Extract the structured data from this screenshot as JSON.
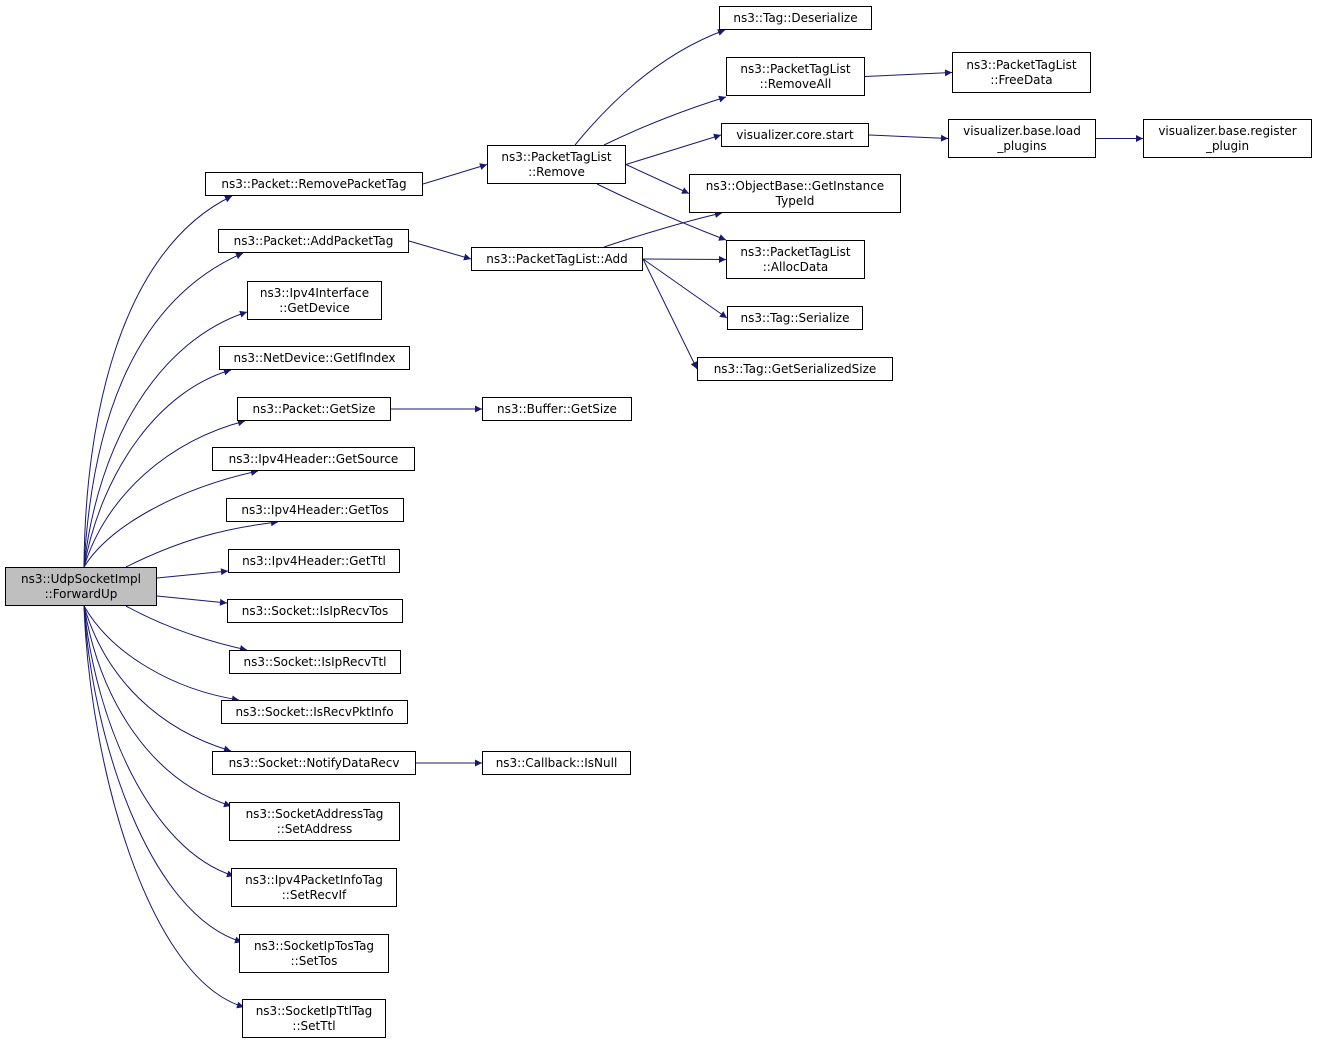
{
  "colors": {
    "edge": "#191970",
    "border": "#000000",
    "root_fill": "#bfbfbf",
    "node_fill": "#ffffff",
    "text": "#000000"
  },
  "nodes": [
    {
      "id": "root",
      "label": "ns3::UdpSocketImpl\n::ForwardUp",
      "root": true
    },
    {
      "id": "removePacketTag",
      "label": "ns3::Packet::RemovePacketTag"
    },
    {
      "id": "addPacketTag",
      "label": "ns3::Packet::AddPacketTag"
    },
    {
      "id": "ipv4IfGetDevice",
      "label": "ns3::Ipv4Interface\n::GetDevice"
    },
    {
      "id": "getIfIndex",
      "label": "ns3::NetDevice::GetIfIndex"
    },
    {
      "id": "packetGetSize",
      "label": "ns3::Packet::GetSize"
    },
    {
      "id": "getSource",
      "label": "ns3::Ipv4Header::GetSource"
    },
    {
      "id": "getTos",
      "label": "ns3::Ipv4Header::GetTos"
    },
    {
      "id": "getTtl",
      "label": "ns3::Ipv4Header::GetTtl"
    },
    {
      "id": "isIpRecvTos",
      "label": "ns3::Socket::IsIpRecvTos"
    },
    {
      "id": "isIpRecvTtl",
      "label": "ns3::Socket::IsIpRecvTtl"
    },
    {
      "id": "isRecvPktInfo",
      "label": "ns3::Socket::IsRecvPktInfo"
    },
    {
      "id": "notifyDataRecv",
      "label": "ns3::Socket::NotifyDataRecv"
    },
    {
      "id": "setAddress",
      "label": "ns3::SocketAddressTag\n::SetAddress"
    },
    {
      "id": "setRecvIf",
      "label": "ns3::Ipv4PacketInfoTag\n::SetRecvIf"
    },
    {
      "id": "setTos",
      "label": "ns3::SocketIpTosTag\n::SetTos"
    },
    {
      "id": "setTtl",
      "label": "ns3::SocketIpTtlTag\n::SetTtl"
    },
    {
      "id": "ptlRemove",
      "label": "ns3::PacketTagList\n::Remove"
    },
    {
      "id": "ptlAdd",
      "label": "ns3::PacketTagList::Add"
    },
    {
      "id": "bufferGetSize",
      "label": "ns3::Buffer::GetSize"
    },
    {
      "id": "callbackIsNull",
      "label": "ns3::Callback::IsNull"
    },
    {
      "id": "tagDeserialize",
      "label": "ns3::Tag::Deserialize"
    },
    {
      "id": "ptlRemoveAll",
      "label": "ns3::PacketTagList\n::RemoveAll"
    },
    {
      "id": "vizCoreStart",
      "label": "visualizer.core.start"
    },
    {
      "id": "getInstanceTypeId",
      "label": "ns3::ObjectBase::GetInstance\nTypeId"
    },
    {
      "id": "ptlAllocData",
      "label": "ns3::PacketTagList\n::AllocData"
    },
    {
      "id": "tagSerialize",
      "label": "ns3::Tag::Serialize"
    },
    {
      "id": "tagGetSerializedSize",
      "label": "ns3::Tag::GetSerializedSize"
    },
    {
      "id": "ptlFreeData",
      "label": "ns3::PacketTagList\n::FreeData"
    },
    {
      "id": "vizLoadPlugins",
      "label": "visualizer.base.load\n_plugins"
    },
    {
      "id": "vizRegisterPlugin",
      "label": "visualizer.base.register\n_plugin"
    }
  ],
  "edges": [
    [
      "root",
      "removePacketTag"
    ],
    [
      "root",
      "addPacketTag"
    ],
    [
      "root",
      "ipv4IfGetDevice"
    ],
    [
      "root",
      "getIfIndex"
    ],
    [
      "root",
      "packetGetSize"
    ],
    [
      "root",
      "getSource"
    ],
    [
      "root",
      "getTos"
    ],
    [
      "root",
      "getTtl"
    ],
    [
      "root",
      "isIpRecvTos"
    ],
    [
      "root",
      "isIpRecvTtl"
    ],
    [
      "root",
      "isRecvPktInfo"
    ],
    [
      "root",
      "notifyDataRecv"
    ],
    [
      "root",
      "setAddress"
    ],
    [
      "root",
      "setRecvIf"
    ],
    [
      "root",
      "setTos"
    ],
    [
      "root",
      "setTtl"
    ],
    [
      "removePacketTag",
      "ptlRemove"
    ],
    [
      "addPacketTag",
      "ptlAdd"
    ],
    [
      "packetGetSize",
      "bufferGetSize"
    ],
    [
      "notifyDataRecv",
      "callbackIsNull"
    ],
    [
      "ptlRemove",
      "tagDeserialize"
    ],
    [
      "ptlRemove",
      "ptlRemoveAll"
    ],
    [
      "ptlRemove",
      "vizCoreStart"
    ],
    [
      "ptlRemove",
      "getInstanceTypeId"
    ],
    [
      "ptlRemove",
      "ptlAllocData"
    ],
    [
      "ptlAdd",
      "getInstanceTypeId"
    ],
    [
      "ptlAdd",
      "ptlAllocData"
    ],
    [
      "ptlAdd",
      "tagSerialize"
    ],
    [
      "ptlAdd",
      "tagGetSerializedSize"
    ],
    [
      "ptlRemoveAll",
      "ptlFreeData"
    ],
    [
      "vizCoreStart",
      "vizLoadPlugins"
    ],
    [
      "vizLoadPlugins",
      "vizRegisterPlugin"
    ]
  ]
}
